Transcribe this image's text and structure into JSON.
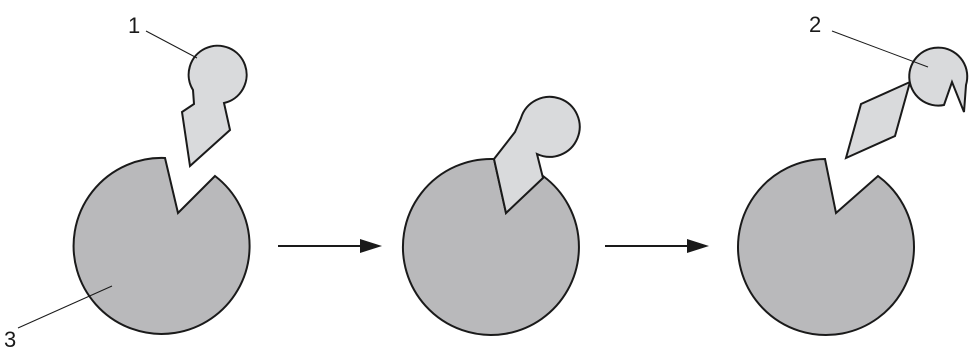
{
  "diagram": {
    "labels": {
      "substrate": "1",
      "products": "2",
      "enzyme": "3"
    },
    "colors": {
      "enzyme": "#b9b9bb",
      "substrate": "#d9dadc",
      "outline": "#1a1a1a"
    }
  }
}
